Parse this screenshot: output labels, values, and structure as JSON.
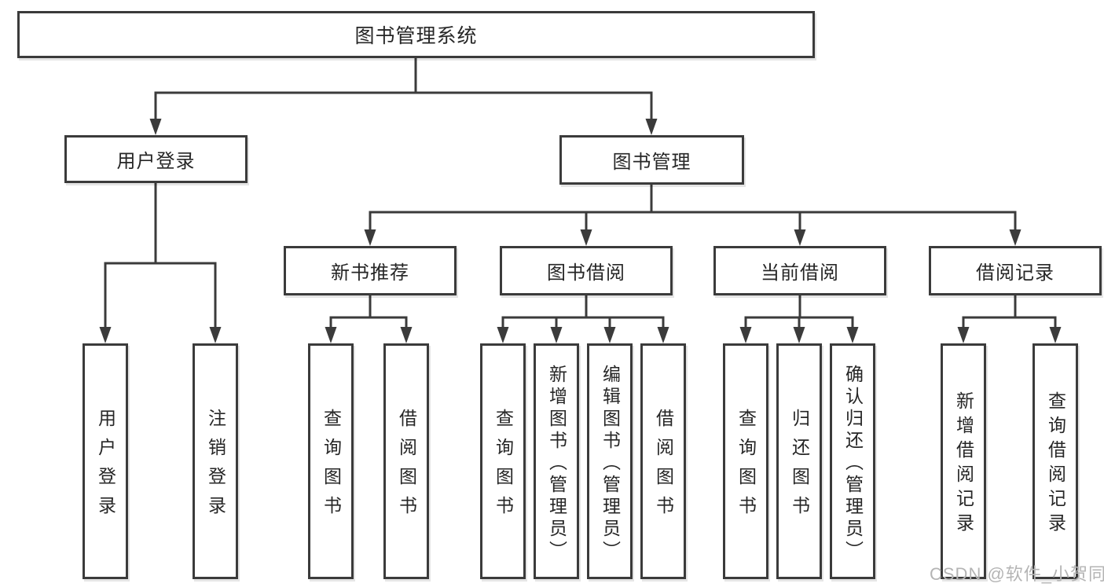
{
  "diagram": {
    "title_node": {
      "label": "图书管理系统"
    },
    "level1": [
      {
        "label": "用户登录"
      },
      {
        "label": "图书管理"
      }
    ],
    "level2": [
      {
        "label": "新书推荐",
        "parent": "图书管理"
      },
      {
        "label": "图书借阅",
        "parent": "图书管理"
      },
      {
        "label": "当前借阅",
        "parent": "图书管理"
      },
      {
        "label": "借阅记录",
        "parent": "图书管理"
      }
    ],
    "leaves": [
      {
        "label": "用户登录",
        "parent": "用户登录"
      },
      {
        "label": "注销登录",
        "parent": "用户登录"
      },
      {
        "label": "查询图书",
        "parent": "新书推荐"
      },
      {
        "label": "借阅图书",
        "parent": "新书推荐"
      },
      {
        "label": "查询图书",
        "parent": "图书借阅"
      },
      {
        "label": "新增图书（管理员）",
        "parent": "图书借阅"
      },
      {
        "label": "编辑图书（管理员）",
        "parent": "图书借阅"
      },
      {
        "label": "借阅图书",
        "parent": "图书借阅"
      },
      {
        "label": "查询图书",
        "parent": "当前借阅"
      },
      {
        "label": "归还图书",
        "parent": "当前借阅"
      },
      {
        "label": "确认归还（管理员）",
        "parent": "当前借阅"
      },
      {
        "label": "新增借阅记录",
        "parent": "借阅记录"
      },
      {
        "label": "查询借阅记录",
        "parent": "借阅记录"
      }
    ]
  },
  "watermark": {
    "text": "CSDN @软件_小贺同学"
  },
  "colors": {
    "line": "#3b3b3b",
    "box_border": "#3b3b3b",
    "box_background": "#ffffff",
    "text": "#262626",
    "watermark": "#b4b4b4",
    "page_background": "#ffffff"
  }
}
